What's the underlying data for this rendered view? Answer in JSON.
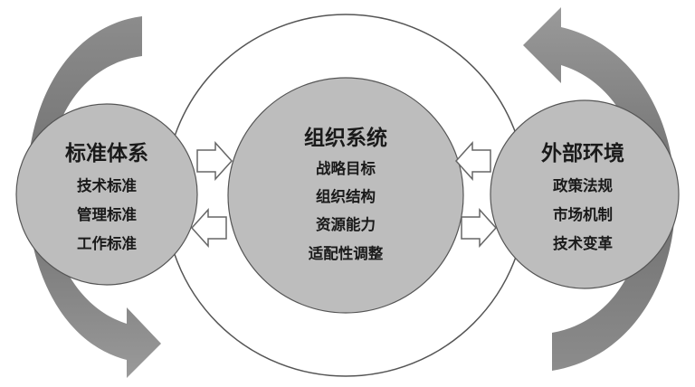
{
  "diagram": {
    "center": {
      "title": "组织系统",
      "items": [
        "战略目标",
        "组织结构",
        "资源能力",
        "适配性调整"
      ]
    },
    "left": {
      "title": "标准体系",
      "items": [
        "技术标准",
        "管理标准",
        "工作标准"
      ]
    },
    "right": {
      "title": "外部环境",
      "items": [
        "政策法规",
        "市场机制",
        "技术变革"
      ]
    },
    "colors": {
      "circle_fill": "#bdbdbd",
      "arc_arrow": "#8a8a8a",
      "outline": "#555555",
      "text": "#1a1a1a"
    }
  }
}
